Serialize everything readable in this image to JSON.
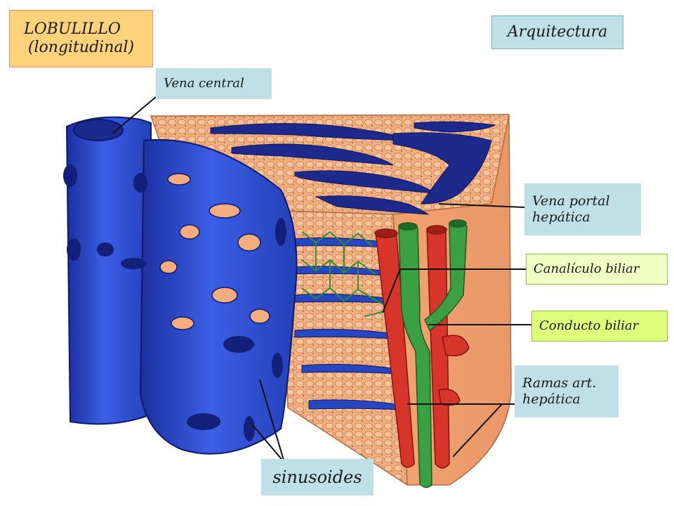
{
  "title": {
    "line1": "LOBULILLO",
    "line2": "(longitudinal)"
  },
  "section_label": "Arquitectura",
  "labels": {
    "vena_central": "Vena central",
    "vena_portal_line1": "Vena portal",
    "vena_portal_line2": "hepática",
    "canaliculo_biliar": "Canalículo biliar",
    "conducto_biliar": "Conducto biliar",
    "ramas_line1": "Ramas art.",
    "ramas_line2": "hepática",
    "sinusoides": "sinusoides"
  },
  "colors": {
    "title_fill": "#fdd27a",
    "label_fill": "#bfe0e6",
    "canaliculo_fill": "#f0ffc2",
    "conducto_fill": "#ddff7a",
    "vein_blue": "#2f4fd0",
    "tissue_orange": "#f2a779",
    "artery_red": "#d8352a",
    "duct_green": "#3aa043"
  }
}
